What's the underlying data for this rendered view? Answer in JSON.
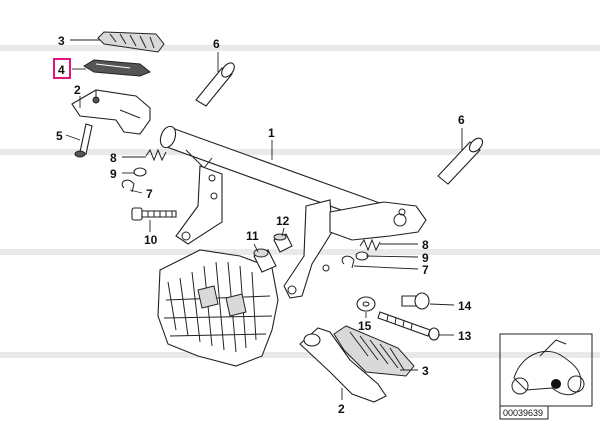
{
  "diagram": {
    "callouts": {
      "c1": "1",
      "c2_top": "2",
      "c2_bottom": "2",
      "c3_top": "3",
      "c3_bottom": "3",
      "c4": "4",
      "c5": "5",
      "c6_left": "6",
      "c6_right": "6",
      "c7_left": "7",
      "c7_right": "7",
      "c8_left": "8",
      "c8_right": "8",
      "c9_left": "9",
      "c9_right": "9",
      "c10": "10",
      "c11": "11",
      "c12": "12",
      "c13": "13",
      "c14": "14",
      "c15": "15"
    },
    "highlighted_callout": "4",
    "highlight_color": "#e0157e",
    "inset_code": "00039639"
  }
}
